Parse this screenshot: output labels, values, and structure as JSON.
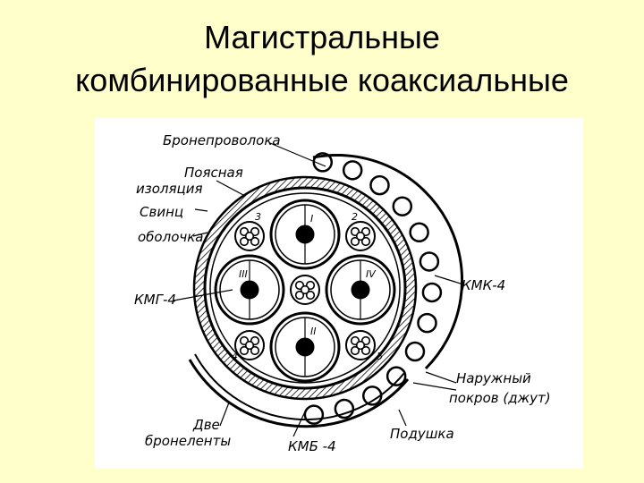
{
  "slide": {
    "title_line1": "Магистральные",
    "title_line2": "комбинированные коаксиальные"
  },
  "diagram": {
    "labels": {
      "armor_wire": "Бронепроволока",
      "belt_insulation_1": "Поясная",
      "belt_insulation_2": "изоляция",
      "lead_sheath_1": "Свинц",
      "lead_sheath_2": "оболочка",
      "kmg4": "КМГ-4",
      "kmk4": "КМК-4",
      "outer_cover_1": "Наружный",
      "outer_cover_2": "покров (джут)",
      "pad": "Подушка",
      "two_tapes_1": "Две",
      "two_tapes_2": "бронеленты",
      "kmb4": "КМБ -4"
    },
    "tube_numbers": [
      "I",
      "II",
      "III",
      "IV"
    ],
    "pair_numbers": [
      "2",
      "3",
      "4",
      "5"
    ]
  }
}
